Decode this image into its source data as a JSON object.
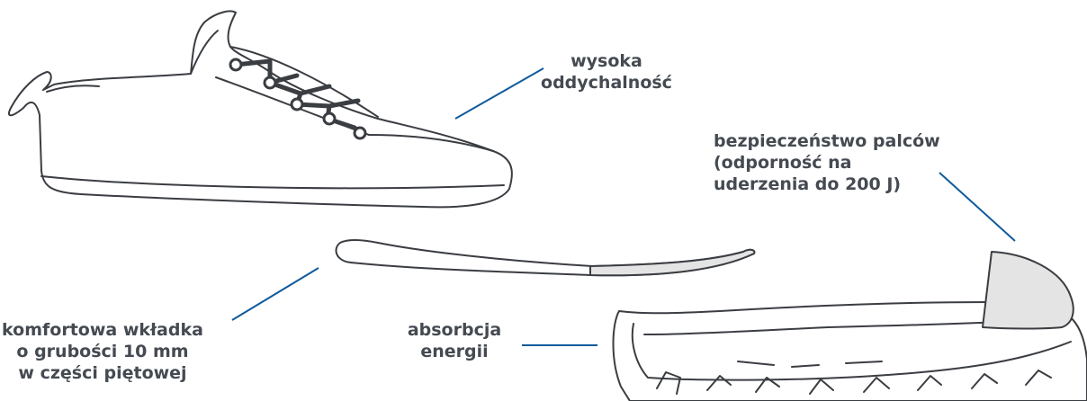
{
  "colors": {
    "outline": "#3a3d42",
    "leader": "#0f5a9c",
    "label": "#454a52",
    "toecap_fill": "#e4e4e4"
  },
  "labels": {
    "breathability": {
      "lines": [
        "wysoka",
        "oddychalność"
      ]
    },
    "toe_protection": {
      "lines": [
        "bezpieczeństwo palców",
        "(odporność na",
        "uderzenia do 200 J)"
      ]
    },
    "insole": {
      "lines": [
        "komfortowa wkładka",
        "o grubości 10 mm",
        "w części piętowej"
      ]
    },
    "absorption": {
      "lines": [
        "absorbcja",
        "energii"
      ]
    }
  }
}
